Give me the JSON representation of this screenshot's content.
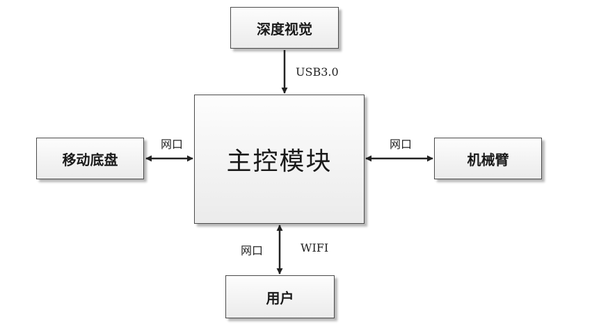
{
  "nodes": {
    "depth_vision": "深度视觉",
    "main_control": "主控模块",
    "mobile_chassis": "移动底盘",
    "robot_arm": "机械臂",
    "user": "用户"
  },
  "edges": {
    "depth_to_main": "USB3.0",
    "chassis_main": "网口",
    "arm_main": "网口",
    "user_main_port": "网口",
    "user_main_wifi": "WIFI"
  }
}
